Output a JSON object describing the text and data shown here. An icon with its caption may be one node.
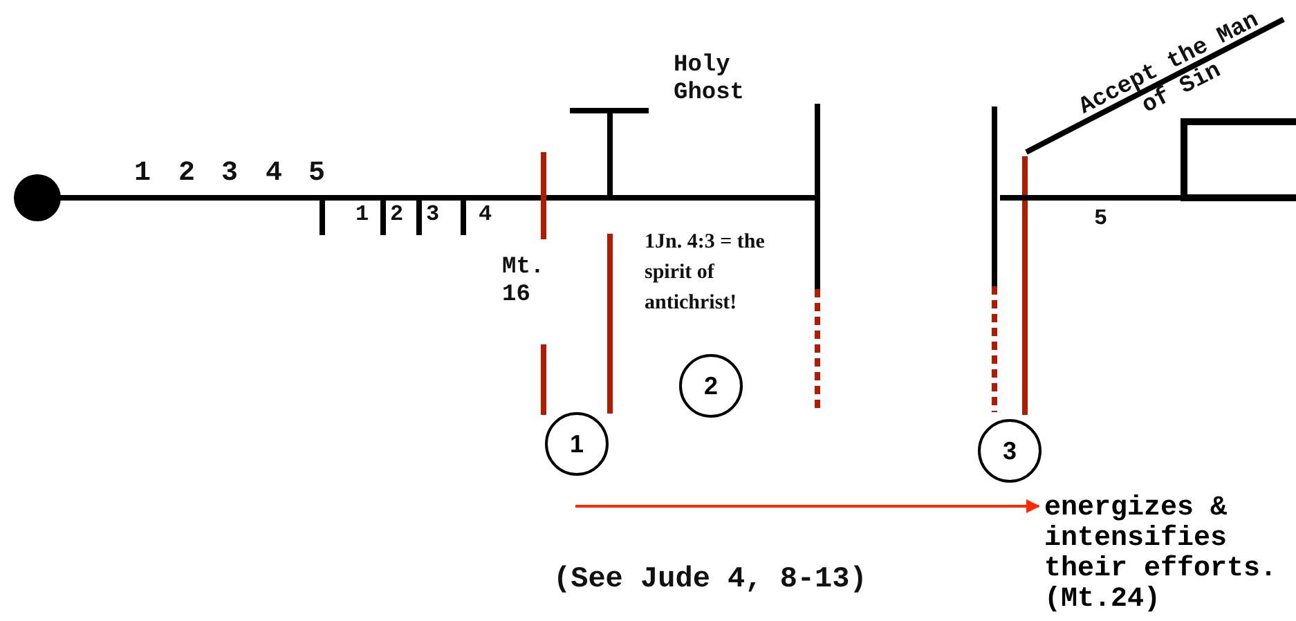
{
  "diagram": {
    "nodes": [
      {
        "text": [
          "1"
        ]
      },
      {
        "text": [
          "2"
        ]
      },
      {
        "text": [
          "3"
        ]
      },
      {
        "text": [
          "energizes & intensifies their efforts. (Mt.24)"
        ]
      }
    ],
    "edges": [
      {
        "from": null,
        "to": 3,
        "arrow": "to",
        "color": "#ff2a00"
      }
    ],
    "labels": [
      "Holy Ghost",
      "Accept the Man of Sin",
      "1",
      "2",
      "3",
      "4",
      "5",
      "1",
      "2",
      "3",
      "4",
      "5",
      "Mt. 16",
      "1Jn. 4:3 = the spirit of antichrist!",
      "(See Jude 4, 8-13)"
    ]
  }
}
